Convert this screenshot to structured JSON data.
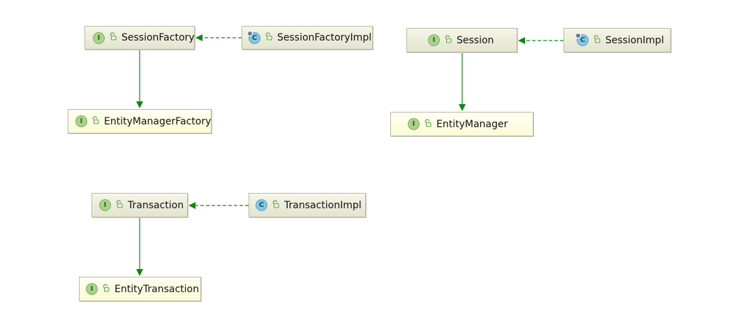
{
  "diagram": {
    "colors": {
      "edge": "#0b8a0b",
      "interface_icon": "#a8d38d",
      "class_icon": "#86c6e4"
    },
    "nodes": [
      {
        "id": "SessionFactory",
        "label": "SessionFactory",
        "kind": "interface",
        "icon_letter": "I",
        "icon": "interface-icon",
        "access_icon": "unlock-icon"
      },
      {
        "id": "SessionFactoryImpl",
        "label": "SessionFactoryImpl",
        "kind": "class",
        "icon_letter": "C",
        "icon": "class-icon",
        "access_icon": "unlock-icon"
      },
      {
        "id": "EntityManagerFactory",
        "label": "EntityManagerFactory",
        "kind": "interface",
        "icon_letter": "I",
        "icon": "interface-icon",
        "access_icon": "unlock-icon"
      },
      {
        "id": "Session",
        "label": "Session",
        "kind": "interface",
        "icon_letter": "I",
        "icon": "interface-icon",
        "access_icon": "unlock-icon"
      },
      {
        "id": "SessionImpl",
        "label": "SessionImpl",
        "kind": "class",
        "icon_letter": "C",
        "icon": "class-icon",
        "access_icon": "unlock-icon"
      },
      {
        "id": "EntityManager",
        "label": "EntityManager",
        "kind": "interface",
        "icon_letter": "I",
        "icon": "interface-icon",
        "access_icon": "unlock-icon"
      },
      {
        "id": "Transaction",
        "label": "Transaction",
        "kind": "interface",
        "icon_letter": "I",
        "icon": "interface-icon",
        "access_icon": "unlock-icon"
      },
      {
        "id": "TransactionImpl",
        "label": "TransactionImpl",
        "kind": "class",
        "icon_letter": "C",
        "icon": "class-icon",
        "access_icon": "unlock-icon"
      },
      {
        "id": "EntityTransaction",
        "label": "EntityTransaction",
        "kind": "interface",
        "icon_letter": "I",
        "icon": "interface-icon",
        "access_icon": "unlock-icon"
      }
    ],
    "edges": [
      {
        "from": "SessionFactoryImpl",
        "to": "SessionFactory",
        "type": "implements",
        "style": "dashed"
      },
      {
        "from": "SessionFactory",
        "to": "EntityManagerFactory",
        "type": "extends",
        "style": "solid"
      },
      {
        "from": "SessionImpl",
        "to": "Session",
        "type": "implements",
        "style": "dashed"
      },
      {
        "from": "Session",
        "to": "EntityManager",
        "type": "extends",
        "style": "solid"
      },
      {
        "from": "TransactionImpl",
        "to": "Transaction",
        "type": "implements",
        "style": "dashed"
      },
      {
        "from": "Transaction",
        "to": "EntityTransaction",
        "type": "extends",
        "style": "solid"
      }
    ]
  }
}
